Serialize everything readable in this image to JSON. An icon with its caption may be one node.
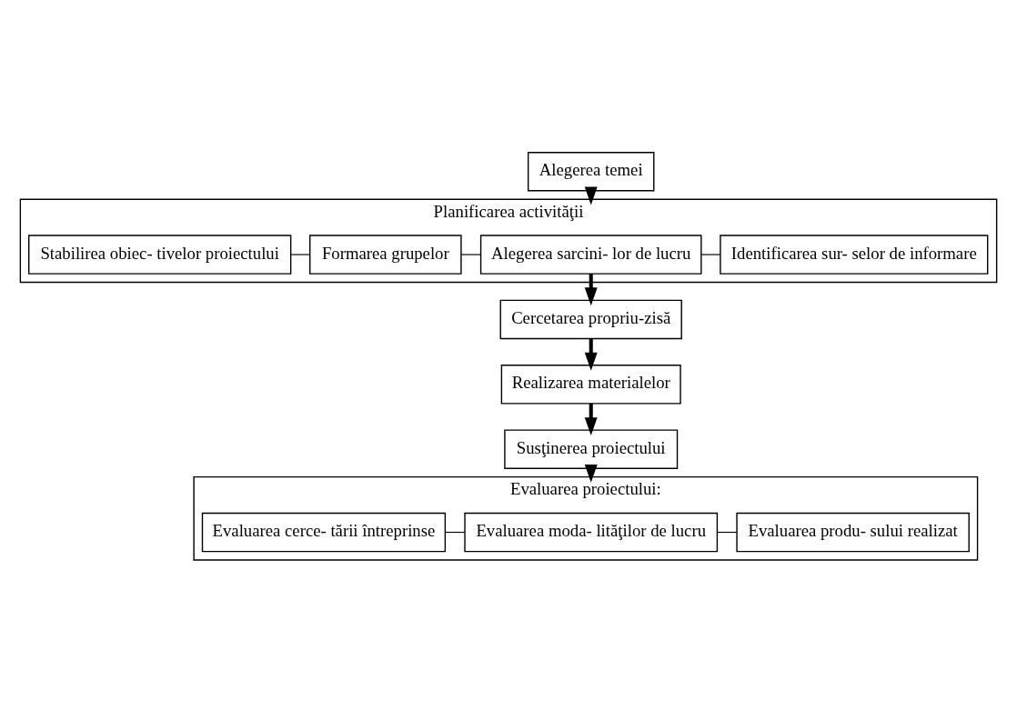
{
  "diagram": {
    "nodes": [
      {
        "text": [
          "Alegerea temei"
        ]
      },
      {
        "text": [
          "Planificarea activităţii"
        ]
      },
      {
        "text": [
          "Stabilirea obiec- tivelor proiectului"
        ],
        "in": 1
      },
      {
        "text": [
          "Formarea grupelor"
        ],
        "in": 1
      },
      {
        "text": [
          "Alegerea sarcini- lor de lucru"
        ],
        "in": 1
      },
      {
        "text": [
          "Identificarea sur- selor de informare"
        ],
        "in": 1
      },
      {
        "text": [
          "Cercetarea propriu-zisă"
        ]
      },
      {
        "text": [
          "Realizarea materialelor"
        ]
      },
      {
        "text": [
          "Susţinerea proiectului"
        ]
      },
      {
        "text": [
          "Evaluarea proiectului:"
        ]
      },
      {
        "text": [
          "Evaluarea cerce- tării întreprinse"
        ],
        "in": 9
      },
      {
        "text": [
          "Evaluarea moda- lităţilor de lucru"
        ],
        "in": 9
      },
      {
        "text": [
          "Evaluarea produ- sului realizat"
        ],
        "in": 9
      }
    ],
    "edges": [
      {
        "from": 0,
        "to": 1,
        "arrow": "to",
        "style": "thick"
      },
      {
        "from": 2,
        "to": 3,
        "arrow": "none"
      },
      {
        "from": 3,
        "to": 4,
        "arrow": "none"
      },
      {
        "from": 4,
        "to": 5,
        "arrow": "none"
      },
      {
        "from": 4,
        "to": 6,
        "arrow": "to",
        "style": "thick"
      },
      {
        "from": 6,
        "to": 7,
        "arrow": "to",
        "style": "thick"
      },
      {
        "from": 7,
        "to": 8,
        "arrow": "to",
        "style": "thick"
      },
      {
        "from": 8,
        "to": 9,
        "arrow": "to",
        "style": "thick"
      },
      {
        "from": 10,
        "to": 11,
        "arrow": "none"
      },
      {
        "from": 11,
        "to": 12,
        "arrow": "none"
      }
    ]
  }
}
